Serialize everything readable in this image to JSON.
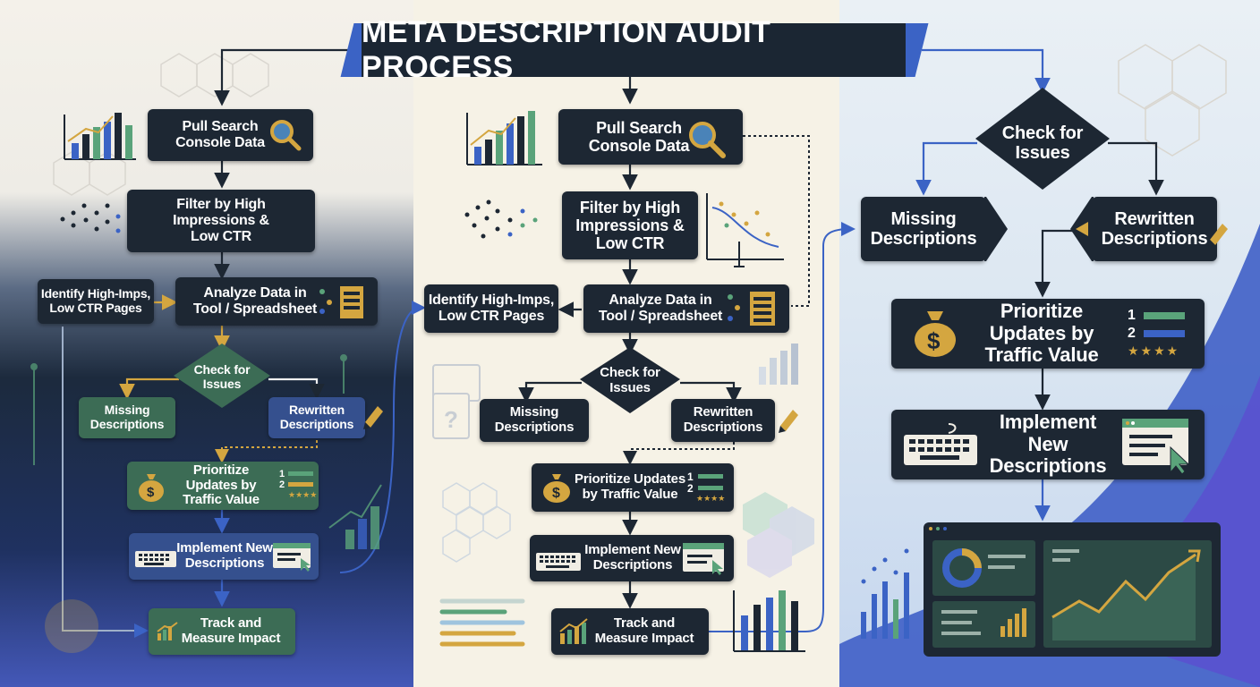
{
  "title": "META DESCRIPTION AUDIT PROCESS",
  "colors": {
    "box_dark": "#1d2733",
    "box_green": "#3c6c55",
    "box_blue": "#35508e",
    "accent_blue": "#3b63c5",
    "accent_gold": "#d4a640",
    "accent_green": "#5aa37a"
  },
  "left_flow": {
    "pull": "Pull Search Console Data",
    "filter": "Filter by High Impressions & Low CTR",
    "identify": "Identify High-Imps, Low CTR Pages",
    "analyze": "Analyze Data in Tool / Spreadsheet",
    "check": "Check for Issues",
    "missing": "Missing Descriptions",
    "rewritten": "Rewritten Descriptions",
    "prioritize": "Prioritize Updates by Traffic Value",
    "implement": "Implement New Descriptions",
    "track": "Track and Measure Impact",
    "rank_1": "1",
    "rank_2": "2"
  },
  "mid_flow": {
    "pull": "Pull Search Console Data",
    "filter": "Filter by High Impressions & Low CTR",
    "identify": "Identify High-Imps, Low CTR Pages",
    "analyze": "Analyze Data in Tool / Spreadsheet",
    "check": "Check for Issues",
    "missing": "Missing Descriptions",
    "rewritten": "Rewritten Descriptions",
    "prioritize": "Prioritize Updates by Traffic Value",
    "implement": "Implement New Descriptions",
    "track": "Track and Measure Impact",
    "rank_1": "1",
    "rank_2": "2"
  },
  "right_flow": {
    "check": "Check for Issues",
    "missing": "Missing Descriptions",
    "rewritten": "Rewritten Descriptions",
    "prioritize": "Prioritize Updates by Traffic Value",
    "implement": "Implement New Descriptions",
    "rank_1": "1",
    "rank_2": "2"
  },
  "icons": [
    "search-icon",
    "magnifier-icon",
    "scatter-plot-icon",
    "spreadsheet-icon",
    "money-bag-icon",
    "dollar-icon",
    "keyboard-icon",
    "browser-cursor-icon",
    "pencil-icon",
    "trend-chart-icon",
    "dashboard-icon",
    "document-question-icon",
    "hexagon-pattern-icon"
  ]
}
